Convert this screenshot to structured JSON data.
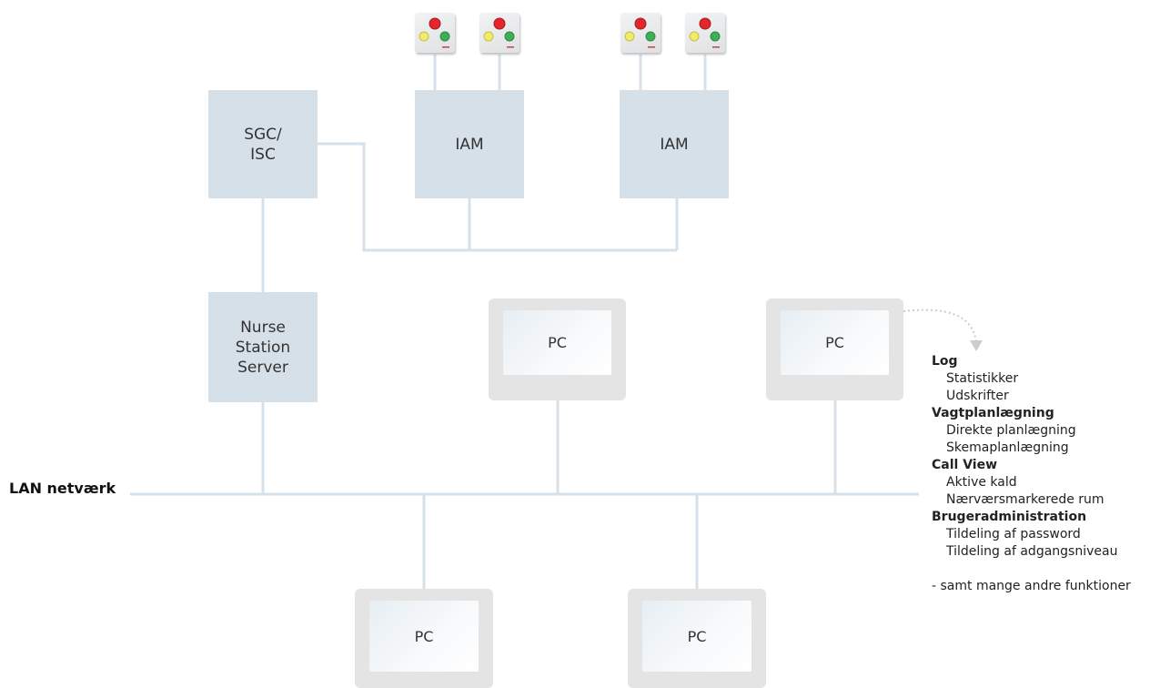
{
  "diagram": {
    "colors": {
      "box_fill": "#d6e0e8",
      "line": "#d6e0e8",
      "pc_frame": "#e4e4e4",
      "led_red": "#e2262b",
      "led_yellow": "#f2ea6c",
      "led_green": "#3fae57"
    },
    "nodes": {
      "sgc": {
        "label_line1": "SGC/",
        "label_line2": "ISC"
      },
      "iam_1": {
        "label": "IAM"
      },
      "iam_2": {
        "label": "IAM"
      },
      "server": {
        "label_line1": "Nurse",
        "label_line2": "Station",
        "label_line3": "Server"
      },
      "pc_1": {
        "label": "PC"
      },
      "pc_2": {
        "label": "PC"
      },
      "pc_3": {
        "label": "PC"
      },
      "pc_4": {
        "label": "PC"
      }
    },
    "call_units": [
      {
        "icon": "call-unit-icon"
      },
      {
        "icon": "call-unit-icon"
      },
      {
        "icon": "call-unit-icon"
      },
      {
        "icon": "call-unit-icon"
      }
    ],
    "lan_label": "LAN netværk",
    "menu": {
      "groups": [
        {
          "title": "Log",
          "items": [
            "Statistikker",
            "Udskrifter"
          ]
        },
        {
          "title": "Vagtplanlægning",
          "items": [
            "Direkte planlægning",
            "Skemaplanlægning"
          ]
        },
        {
          "title": "Call View",
          "items": [
            "Aktive kald",
            "Nærværsmarkerede rum"
          ]
        },
        {
          "title": "Brugeradministration",
          "items": [
            "Tildeling af password",
            "Tildeling af adgangsniveau"
          ]
        }
      ],
      "footer": "- samt mange andre funktioner"
    }
  }
}
